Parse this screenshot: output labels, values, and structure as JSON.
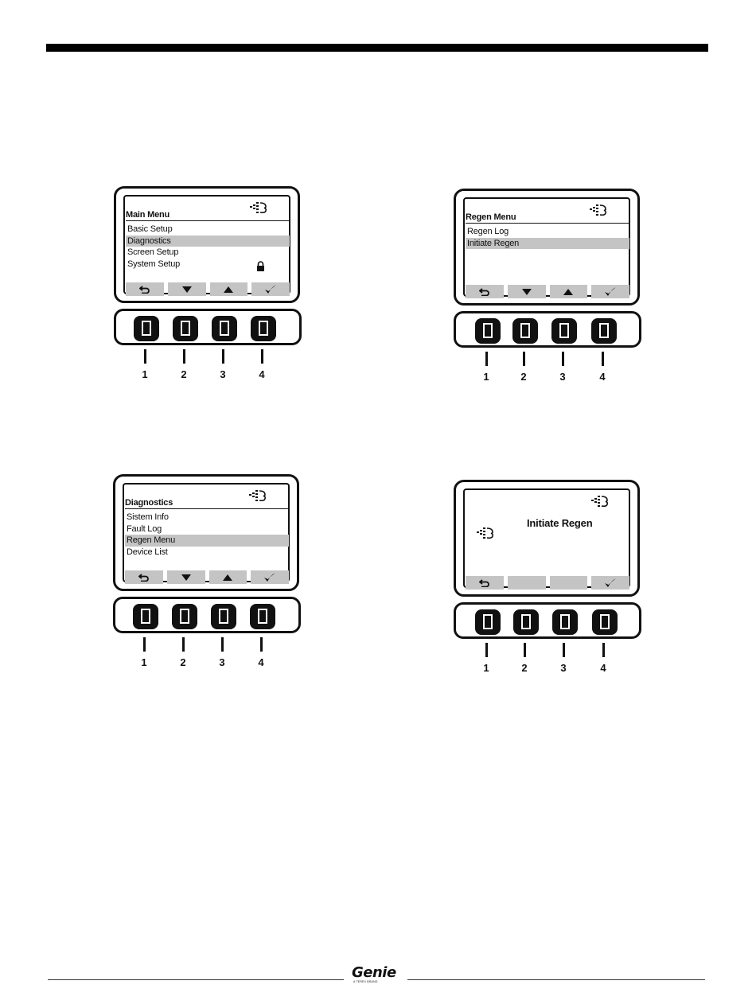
{
  "panels": [
    {
      "title": "Main Menu",
      "items": [
        "Basic Setup",
        "Diagnostics",
        "Screen Setup",
        "System Setup"
      ],
      "selected_index": 1,
      "lock_icon_on_item": 3,
      "softkeys": [
        "back-icon",
        "down-arrow-icon",
        "up-arrow-icon",
        "check-icon"
      ]
    },
    {
      "title": "Regen Menu",
      "items": [
        "Regen Log",
        "Initiate Regen"
      ],
      "selected_index": 1,
      "softkeys": [
        "back-icon",
        "down-arrow-icon",
        "up-arrow-icon",
        "check-icon"
      ]
    },
    {
      "title": "Diagnostics",
      "items": [
        "Sistem Info",
        "Fault Log",
        "Regen Menu",
        "Device List"
      ],
      "selected_index": 2,
      "softkeys": [
        "back-icon",
        "down-arrow-icon",
        "up-arrow-icon",
        "check-icon"
      ]
    },
    {
      "title": "Initiate Regen",
      "items": [],
      "softkeys": [
        "back-icon",
        "blank",
        "blank",
        "check-icon"
      ]
    }
  ],
  "button_numbers": [
    "1",
    "2",
    "3",
    "4"
  ],
  "footer": {
    "brand": "Genie",
    "tagline": "A TEREX BRAND"
  },
  "colors": {
    "highlight": "#c4c4c4",
    "ink": "#111111"
  }
}
